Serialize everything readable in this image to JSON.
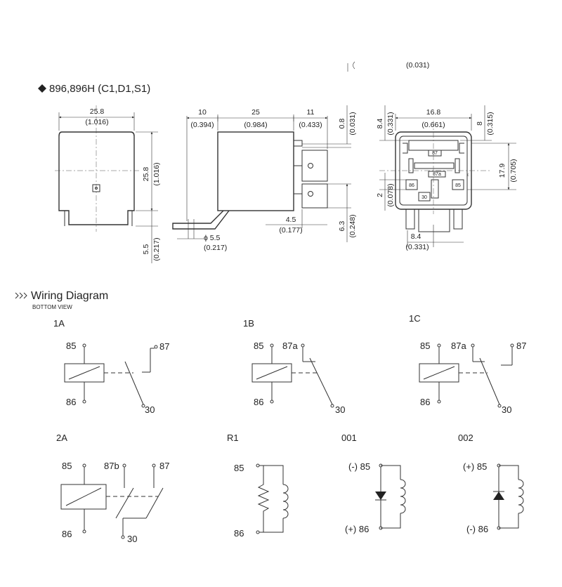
{
  "header": {
    "cut_top": "(0.031)",
    "model_title": "896,896H (C1,D1,S1)"
  },
  "front_view": {
    "width_mm": "25.8",
    "width_in": "(1.016)",
    "height_mm": "25.8",
    "height_in": "(1.016)",
    "foot_mm": "5.5",
    "foot_in": "(0.217)"
  },
  "side_view": {
    "d1_mm": "10",
    "d1_in": "(0.394)",
    "d2_mm": "25",
    "d2_in": "(0.984)",
    "d3_mm": "11",
    "d3_in": "(0.433)",
    "d4_mm": "0.8",
    "d4_in": "(0.031)",
    "hole_mm": "ϕ 5.5",
    "hole_in": "(0.217)",
    "d5_mm": "4.5",
    "d5_in": "(0.177)",
    "d6_mm": "6.3",
    "d6_in": "(0.248)"
  },
  "bottom_view": {
    "w_mm": "16.8",
    "w_in": "(0.661)",
    "tl_mm": "8.4",
    "tl_in": "(0.331)",
    "tr_mm": "8",
    "tr_in": "(0.315)",
    "h_mm": "17.9",
    "h_in": "(0.705)",
    "l_mm": "2",
    "l_in": "(0.078)",
    "b_mm": "8.4",
    "b_in": "(0.331)",
    "pins": {
      "p87": "87",
      "p87a": "87a",
      "p86": "86",
      "p85": "85",
      "p30": "30"
    }
  },
  "wiring": {
    "title": "Wiring Diagram",
    "subtitle": "BOTTOM VIEW",
    "d1A": {
      "name": "1A",
      "t85": "85",
      "t86": "86",
      "t87": "87",
      "t30": "30"
    },
    "d1B": {
      "name": "1B",
      "t85": "85",
      "t86": "86",
      "t87a": "87a",
      "t30": "30"
    },
    "d1C": {
      "name": "1C",
      "t85": "85",
      "t86": "86",
      "t87a": "87a",
      "t87": "87",
      "t30": "30"
    },
    "d2A": {
      "name": "2A",
      "t85": "85",
      "t86": "86",
      "t87b": "87b",
      "t87": "87",
      "t30": "30"
    },
    "dR1": {
      "name": "R1",
      "t85": "85",
      "t86": "86"
    },
    "d001": {
      "name": "001",
      "t85": "(-) 85",
      "t86": "(+) 86"
    },
    "d002": {
      "name": "002",
      "t85": "(+) 85",
      "t86": "(-) 86"
    }
  }
}
